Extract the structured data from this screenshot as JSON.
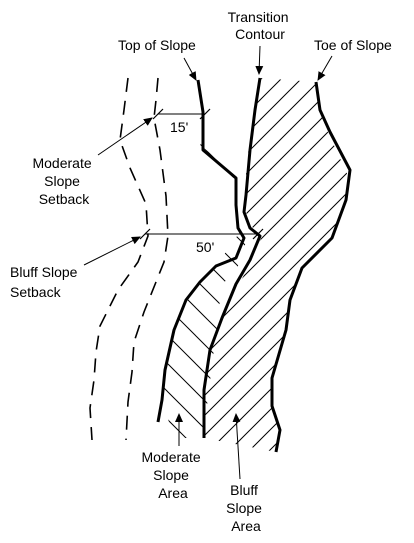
{
  "labels": {
    "top_of_slope": "Top of Slope",
    "transition_contour": [
      "Transition",
      "Contour"
    ],
    "toe_of_slope": "Toe of Slope",
    "moderate_slope_setback": [
      "Moderate",
      "Slope",
      "Setback"
    ],
    "bluff_slope_setback": [
      "Bluff Slope",
      "Setback"
    ],
    "moderate_slope_area": [
      "Moderate",
      "Slope",
      "Area"
    ],
    "bluff_slope_area": [
      "Bluff",
      "Slope",
      "Area"
    ]
  },
  "dimensions": {
    "moderate_setback": "15'",
    "bluff_setback": "50'"
  },
  "colors": {
    "line": "#000000",
    "background": "#ffffff"
  }
}
